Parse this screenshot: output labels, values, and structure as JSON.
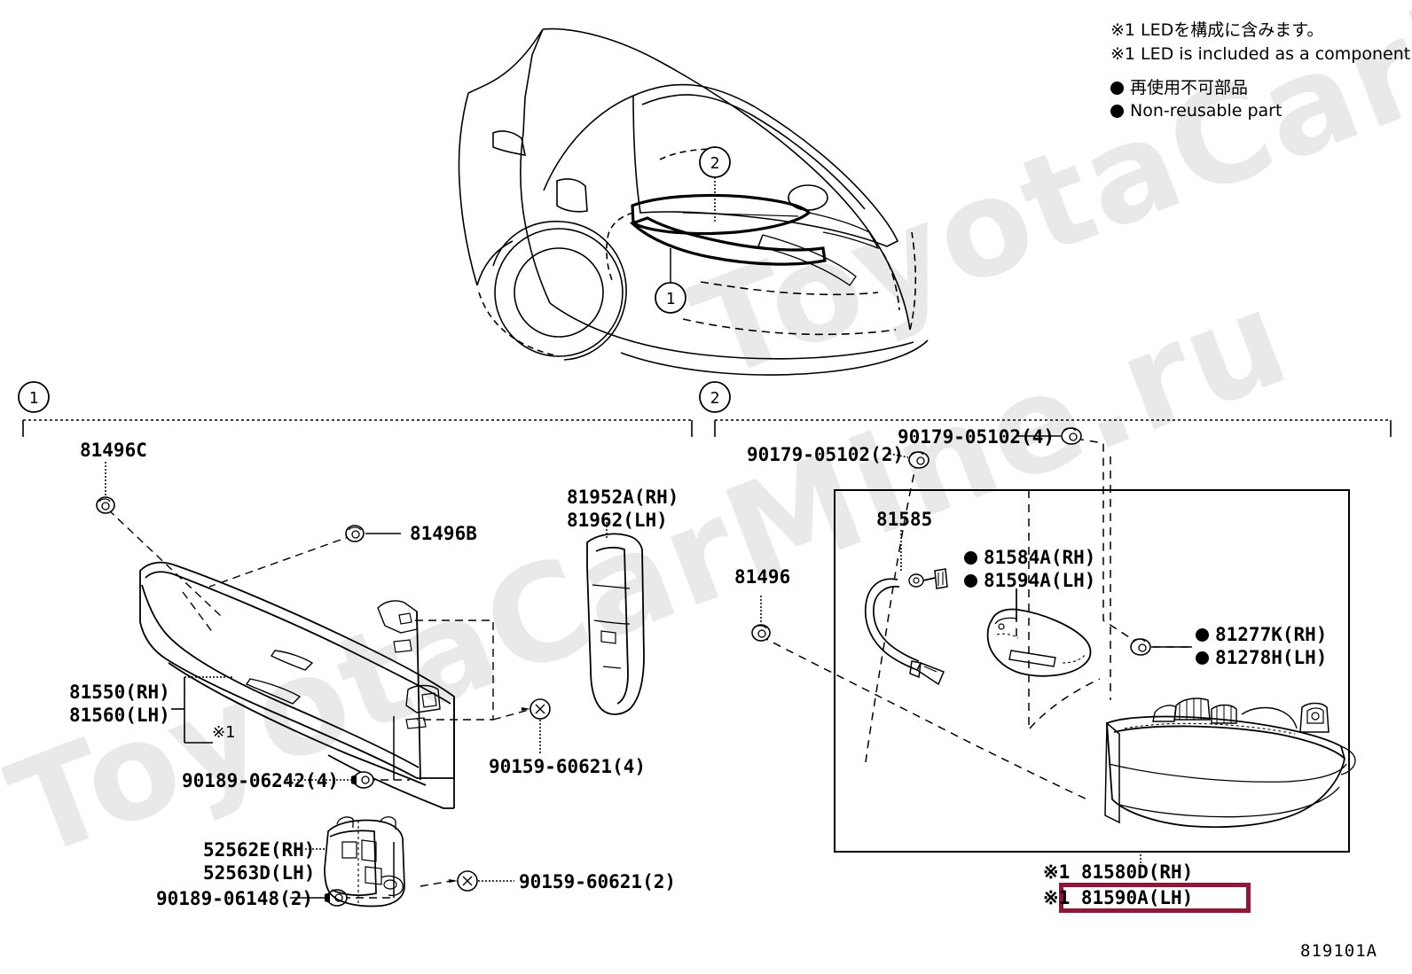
{
  "diagram": {
    "code": "819101A",
    "watermark": "ToyotaCarMine.ru"
  },
  "legend": {
    "led_note_jp": "※1 LEDを構成に含みます。",
    "led_note_en": "※1 LED is included as a component.",
    "nonreuse_jp": "再使用不可部品",
    "nonreuse_en": "Non-reusable part",
    "bullet_icon": "filled-circle"
  },
  "vehicle": {
    "callout_1": "1",
    "callout_2": "2"
  },
  "sections": [
    {
      "number": "1",
      "label": "1"
    },
    {
      "number": "2",
      "label": "2"
    }
  ],
  "section1": {
    "parts": [
      {
        "id": "p-81496c",
        "text": "81496C"
      },
      {
        "id": "p-81496b",
        "text": "81496B"
      },
      {
        "id": "p-81952a",
        "text": "81952A(RH)\n81962(LH)"
      },
      {
        "id": "p-81550",
        "text": "81550(RH)\n81560(LH)"
      },
      {
        "id": "p-note1",
        "text": "※1"
      },
      {
        "id": "p-9018906242",
        "text": "90189-06242(4)"
      },
      {
        "id": "p-9015960621-4",
        "text": "90159-60621(4)"
      },
      {
        "id": "p-52562e",
        "text": "52562E(RH)\n52563D(LH)"
      },
      {
        "id": "p-9018906148",
        "text": "90189-06148(2)"
      },
      {
        "id": "p-9015960621-2",
        "text": "90159-60621(2)"
      }
    ]
  },
  "section2": {
    "parts": [
      {
        "id": "p-9017905102-2",
        "text": "90179-05102(2)"
      },
      {
        "id": "p-9017905102-4",
        "text": "90179-05102(4)"
      },
      {
        "id": "p-81496",
        "text": "81496"
      },
      {
        "id": "p-81585",
        "text": "81585"
      },
      {
        "id": "p-81584a",
        "text": "81584A(RH)"
      },
      {
        "id": "p-81594a",
        "text": "81594A(LH)"
      },
      {
        "id": "p-81277k",
        "text": "81277K(RH)"
      },
      {
        "id": "p-81278h",
        "text": "81278H(LH)"
      },
      {
        "id": "p-81580d",
        "text": "※1 81580D(RH)"
      },
      {
        "id": "p-81590a",
        "text": "※1 81590A(LH)"
      }
    ],
    "highlighted_part": "81590A(LH)",
    "highlight_color": "#8f1838"
  }
}
